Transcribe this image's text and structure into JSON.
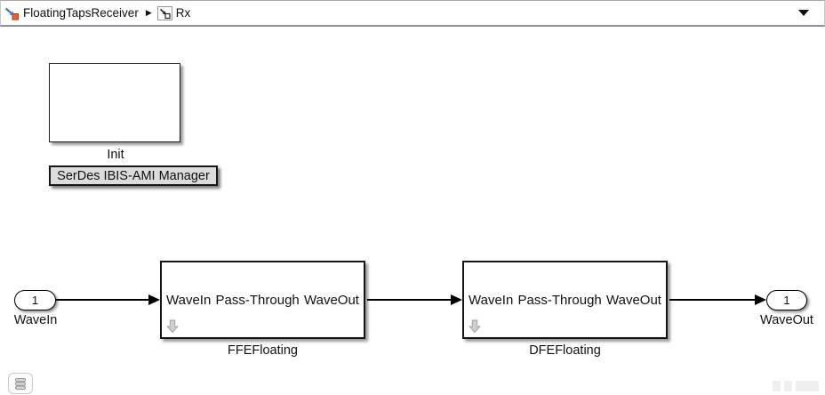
{
  "breadcrumb": {
    "items": [
      {
        "label": "FloatingTapsReceiver",
        "icon": "simulink-model-icon"
      },
      {
        "label": "Rx",
        "icon": "subsystem-icon"
      }
    ],
    "separator": "▶",
    "dropdown_icon": "chevron-down"
  },
  "canvas": {
    "init_block": {
      "label": "Init"
    },
    "manager_button": {
      "label": "SerDes IBIS-AMI Manager"
    },
    "inport": {
      "number": "1",
      "label": "WaveIn"
    },
    "outport": {
      "number": "1",
      "label": "WaveOut"
    },
    "blocks": [
      {
        "name": "FFEFloating",
        "left_port": "WaveIn",
        "center_label": "Pass-Through",
        "right_port": "WaveOut",
        "badge_icon": "down-arrow-badge"
      },
      {
        "name": "DFEFloating",
        "left_port": "WaveIn",
        "center_label": "Pass-Through",
        "right_port": "WaveOut",
        "badge_icon": "down-arrow-badge"
      }
    ],
    "status_badge_icon": "data-stack-icon"
  },
  "colors": {
    "bar_border_bottom": "#8b919c",
    "block_border": "#141414",
    "manager_button_bg": "#dcdcdc",
    "model_icon_orange": "#ee5f2a",
    "model_icon_blue": "#4a78c5",
    "badge_gray": "#cfcfcf",
    "shadow": "rgba(0,0,0,0.40)"
  }
}
